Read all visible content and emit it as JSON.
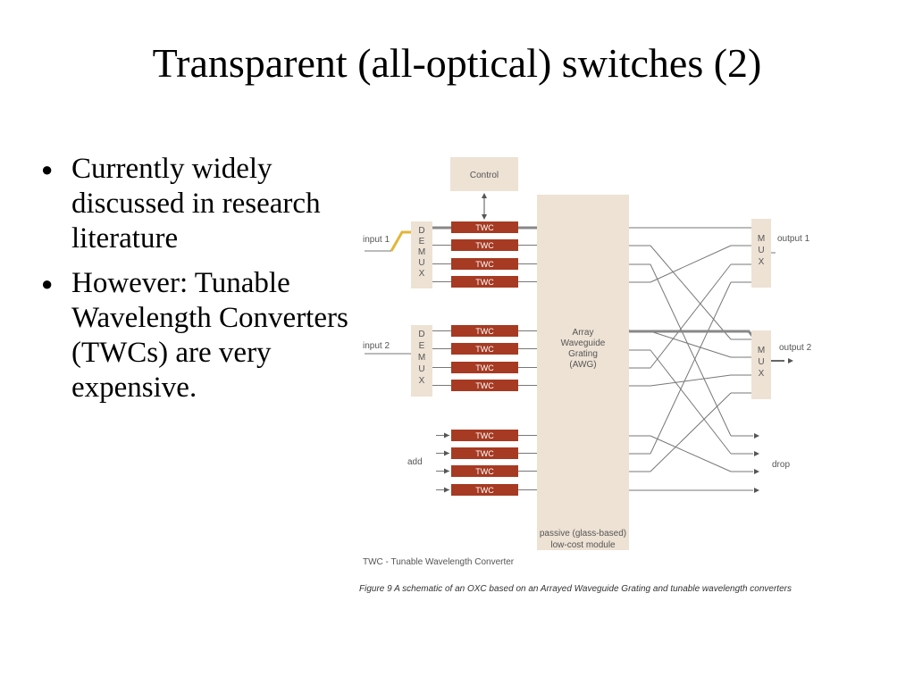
{
  "slide": {
    "title": "Transparent (all-optical) switches (2)",
    "bullets": [
      "Currently widely discussed in research literature",
      "However: Tunable Wavelength Converters (TWCs) are very expensive."
    ]
  },
  "figure": {
    "control_label": "Control",
    "twc_label": "TWC",
    "demux_letters": [
      "D",
      "E",
      "M",
      "U",
      "X"
    ],
    "mux_letters": [
      "M",
      "U",
      "X"
    ],
    "input1_label": "input 1",
    "input2_label": "input 2",
    "add_label": "add",
    "output1_label": "output 1",
    "output2_label": "output 2",
    "drop_label": "drop",
    "awg_lines": [
      "Array",
      "Waveguide",
      "Grating",
      "(AWG)"
    ],
    "passive_lines": [
      "passive (glass-based)",
      "low-cost module"
    ],
    "legend": "TWC - Tunable Wavelength Converter",
    "caption": "Figure 9  A schematic of an OXC based on an Arrayed Waveguide Grating and tunable wavelength converters",
    "colors": {
      "twc": "#a63a22",
      "box": "#ede2d4",
      "line": "#777777",
      "highlight": "#e3b63a"
    }
  }
}
